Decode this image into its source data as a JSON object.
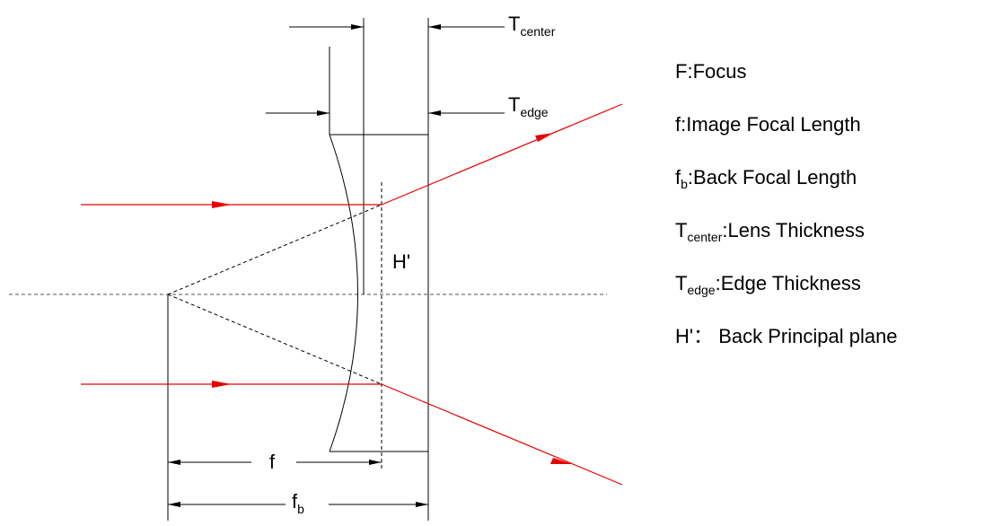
{
  "colors": {
    "ray": "#e60000",
    "line": "#000000",
    "axis": "#555555"
  },
  "labels": {
    "t_center_main": "T",
    "t_center_sub": "center",
    "t_edge_main": "T",
    "t_edge_sub": "edge",
    "h_prime": "H'",
    "f": "f",
    "fb_main": "f",
    "fb_sub": "b"
  },
  "legend": [
    {
      "main": "F",
      "sub": "",
      "text": ":Focus"
    },
    {
      "main": "f",
      "sub": "",
      "text": ":Image Focal Length"
    },
    {
      "main": "f",
      "sub": "b",
      "text": ":Back Focal Length"
    },
    {
      "main": "T",
      "sub": "center",
      "text": ":Lens Thickness"
    },
    {
      "main": "T",
      "sub": "edge",
      "text": ":Edge Thickness"
    },
    {
      "main": "H'",
      "sub": "",
      "text": "： Back Principal plane"
    }
  ]
}
